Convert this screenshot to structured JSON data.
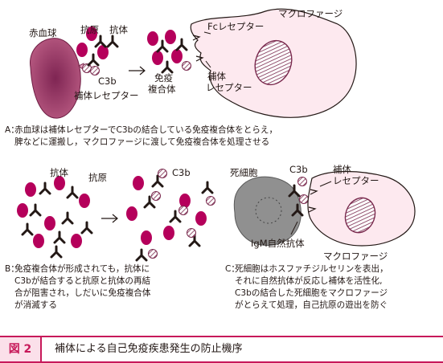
{
  "colors": {
    "accent": "#c7195a",
    "magenta": "#b5005b",
    "rbc": "#9e3e6d",
    "macrophage": "#fde9ef",
    "dead_cell": "#909090"
  },
  "figure": {
    "number": "図 2",
    "title": "補体による自己免疫疾患発生の防止機序"
  },
  "panel_a": {
    "labels": {
      "rbc": "赤血球",
      "antigen": "抗原",
      "antibody": "抗体",
      "c3b": "C3b",
      "complement_receptor": "補体レセプター",
      "immune_complex_1": "免疫",
      "immune_complex_2": "複合体",
      "fc_receptor": "Fcレセプター",
      "macrophage": "マクロファージ",
      "complement_receptor2_1": "補体",
      "complement_receptor2_2": "レセプター"
    },
    "caption": {
      "tag": "A：",
      "line1": "赤血球は補体レセプターでC3bの結合している免疫複合体をとらえ，",
      "line2": "脾などに運搬し，マクロファージに渡して免疫複合体を処理させる"
    }
  },
  "panel_b": {
    "labels": {
      "antibody": "抗体",
      "antigen": "抗原",
      "c3b": "C3b"
    },
    "caption": {
      "tag": "B：",
      "line1": "免疫複合体が形成されても，抗体に",
      "line2": "C3bが結合すると抗原と抗体の再結",
      "line3": "合が阻害され，しだいに免疫複合体",
      "line4": "が消滅する"
    }
  },
  "panel_c": {
    "labels": {
      "dead_cell": "死細胞",
      "c3b": "C3b",
      "complement_receptor_1": "補体",
      "complement_receptor_2": "レセプター",
      "igm": "IgM自然抗体",
      "macrophage": "マクロファージ"
    },
    "caption": {
      "tag": "C：",
      "line1": "死細胞はホスファチジルセリンを表出，",
      "line2": "それに自然抗体が反応し補体を活性化,",
      "line3": "C3bの結合した死細胞をマクロファージ",
      "line4": "がとらえて処理，自己抗原の遊出を防ぐ"
    }
  }
}
